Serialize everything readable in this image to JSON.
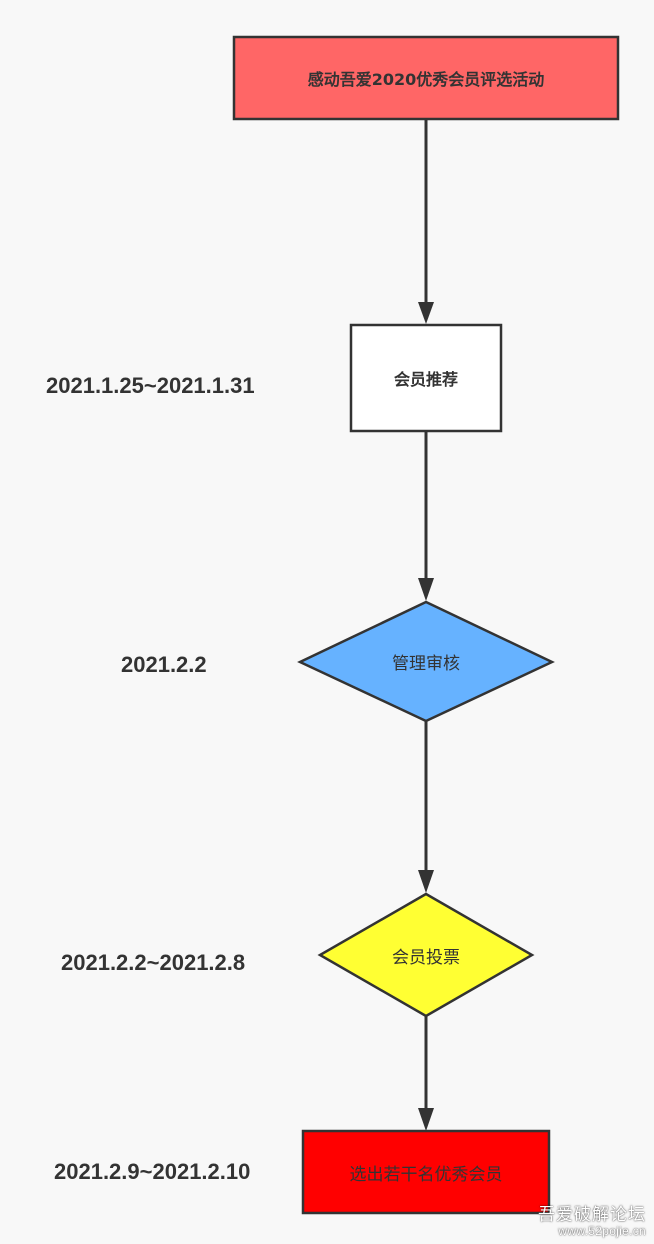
{
  "nodes": {
    "start": {
      "label": "感动吾爱2020优秀会员评选活动",
      "fill": "#ff6666"
    },
    "recommend": {
      "label": "会员推荐",
      "fill": "#ffffff"
    },
    "review": {
      "label": "管理审核",
      "fill": "#66b2ff"
    },
    "vote": {
      "label": "会员投票",
      "fill": "#ffff33"
    },
    "select": {
      "label": "选出若干名优秀会员",
      "fill": "#ff0000"
    }
  },
  "dates": {
    "recommend": "2021.1.25~2021.1.31",
    "review": "2021.2.2",
    "vote": "2021.2.2~2021.2.8",
    "select": "2021.2.9~2021.2.10"
  },
  "colors": {
    "background": "#f8f8f8",
    "stroke": "#333333"
  },
  "watermark": {
    "text": "吾爱破解论坛",
    "url": "www.52pojie.cn"
  }
}
